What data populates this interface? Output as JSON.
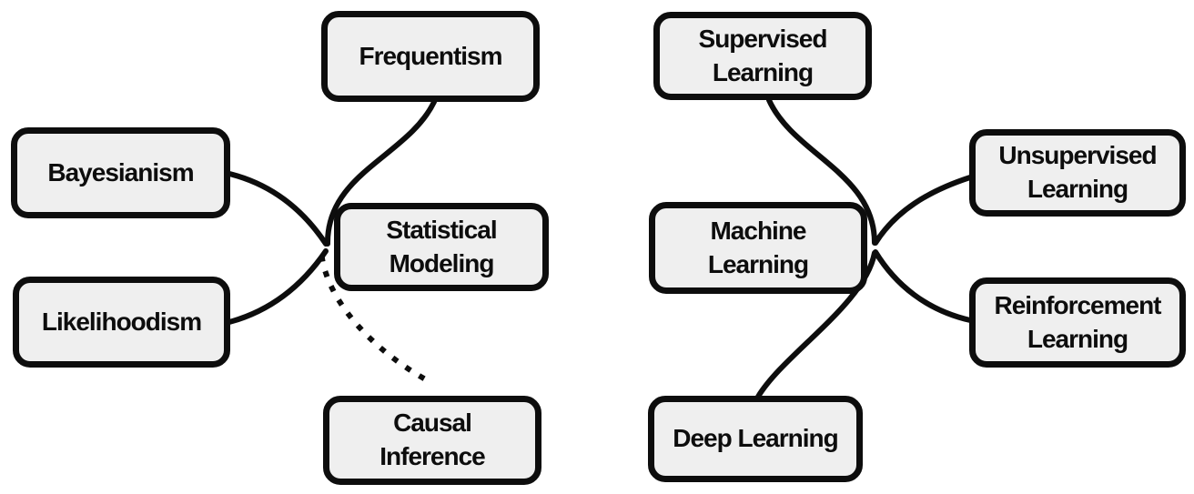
{
  "diagram": {
    "type": "mind-map",
    "background": "#ffffff",
    "node_fill": "#efefef",
    "node_border_color": "#0d0d0d",
    "edge_color": "#0d0d0d",
    "clusters": [
      {
        "center": "Statistical Modeling",
        "children": [
          "Frequentism",
          "Bayesianism",
          "Likelihoodism"
        ],
        "dotted_link": "Causal Inference"
      },
      {
        "center": "Machine Learning",
        "children": [
          "Supervised Learning",
          "Unsupervised Learning",
          "Reinforcement Learning",
          "Deep Learning"
        ]
      }
    ]
  },
  "nodes": {
    "frequentism": {
      "label": "Frequentism"
    },
    "bayesianism": {
      "label": "Bayesianism"
    },
    "likelihoodism": {
      "label": "Likelihoodism"
    },
    "statistical_modeling": {
      "label": "Statistical\nModeling"
    },
    "causal_inference": {
      "label": "Causal\nInference"
    },
    "supervised_learning": {
      "label": "Supervised\nLearning"
    },
    "machine_learning": {
      "label": "Machine\nLearning"
    },
    "unsupervised_learning": {
      "label": "Unsupervised\nLearning"
    },
    "reinforcement_learning": {
      "label": "Reinforcement\nLearning"
    },
    "deep_learning": {
      "label": "Deep Learning"
    }
  },
  "edges": [
    {
      "from": "frequentism",
      "to": "statistical_modeling",
      "style": "solid"
    },
    {
      "from": "bayesianism",
      "to": "statistical_modeling",
      "style": "solid"
    },
    {
      "from": "likelihoodism",
      "to": "statistical_modeling",
      "style": "solid"
    },
    {
      "from": "statistical_modeling",
      "to": "causal_inference",
      "style": "dotted"
    },
    {
      "from": "supervised_learning",
      "to": "machine_learning",
      "style": "solid"
    },
    {
      "from": "unsupervised_learning",
      "to": "machine_learning",
      "style": "solid"
    },
    {
      "from": "reinforcement_learning",
      "to": "machine_learning",
      "style": "solid"
    },
    {
      "from": "deep_learning",
      "to": "machine_learning",
      "style": "solid"
    }
  ]
}
